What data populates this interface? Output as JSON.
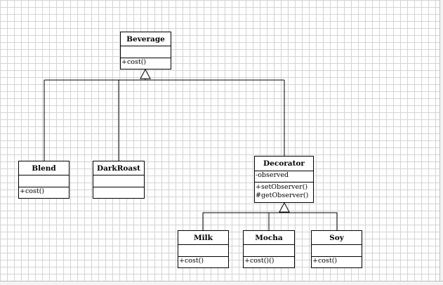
{
  "classes": {
    "beverage": {
      "name": "Beverage",
      "attributes": [],
      "operations": [
        "+cost()"
      ]
    },
    "blend": {
      "name": "Blend",
      "attributes": [],
      "operations": [
        "+cost()"
      ]
    },
    "darkroast": {
      "name": "DarkRoast",
      "attributes": [],
      "operations": []
    },
    "decorator": {
      "name": "Decorator",
      "attributes": [
        "-observed"
      ],
      "operations": [
        "+setObserver()",
        "#getObserver()"
      ]
    },
    "milk": {
      "name": "Milk",
      "attributes": [],
      "operations": [
        "+cost()"
      ]
    },
    "mocha": {
      "name": "Mocha",
      "attributes": [],
      "operations": [
        "+cost()()"
      ]
    },
    "soy": {
      "name": "Soy",
      "attributes": [],
      "operations": [
        "+cost()"
      ]
    }
  },
  "relationships": [
    {
      "type": "generalization",
      "parent": "Beverage",
      "children": [
        "Blend",
        "DarkRoast",
        "Decorator"
      ]
    },
    {
      "type": "generalization",
      "parent": "Decorator",
      "children": [
        "Milk",
        "Mocha",
        "Soy"
      ]
    }
  ],
  "colors": {
    "line": "#000000",
    "grid": "#d4d4d4",
    "background": "#ffffff"
  }
}
